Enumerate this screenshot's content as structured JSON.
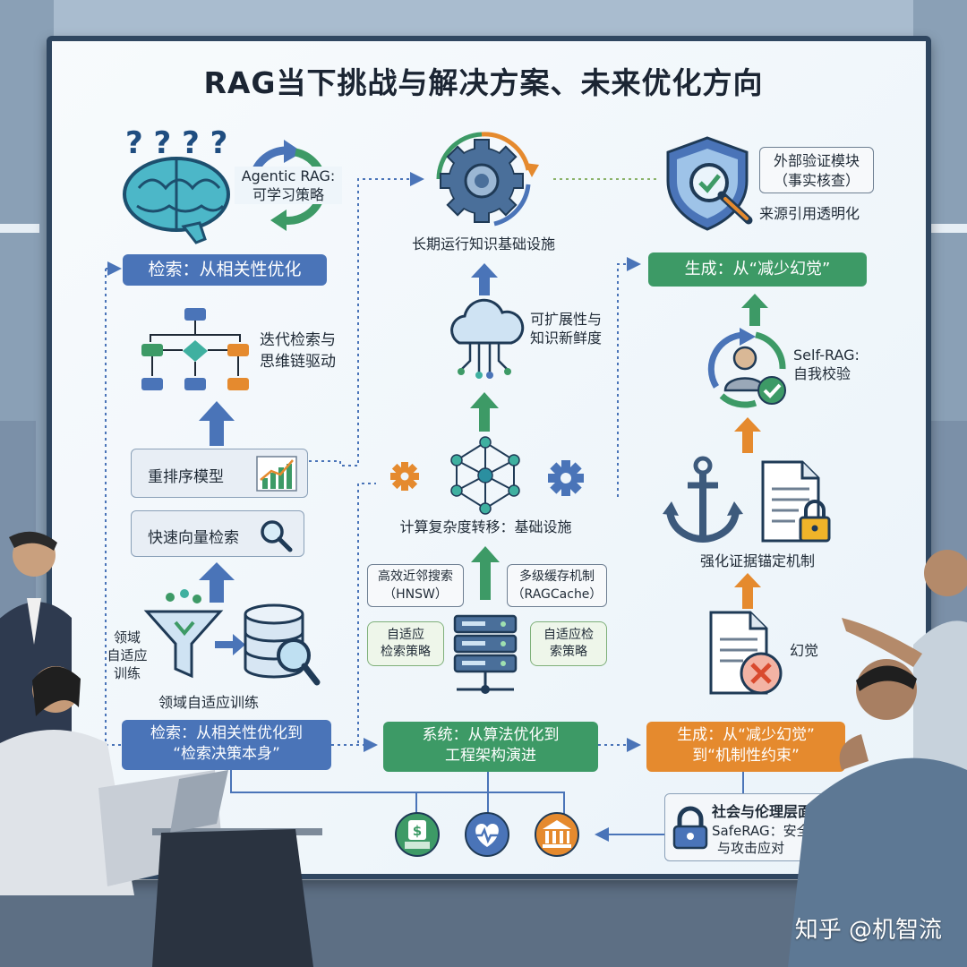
{
  "title": "RAG当下挑战与解决方案、未来优化方向",
  "left": {
    "agentic_line1": "Agentic RAG:",
    "agentic_line2": "可学习策略",
    "question_marks": "? ? ? ?",
    "retrieval_header": "检索：从相关性优化",
    "iterative_line1": "迭代检索与",
    "iterative_line2": "思维链驱动",
    "rerank": "重排序模型",
    "fast_vector": "快速向量检索",
    "domain_side_1": "领域",
    "domain_side_2": "自适应",
    "domain_side_3": "训练",
    "domain_caption": "领域自适应训练"
  },
  "middle": {
    "infra_caption": "长期运行知识基础设施",
    "scalable_line1": "可扩展性与",
    "scalable_line2": "知识新鲜度",
    "complexity_caption": "计算复杂度转移：基础设施",
    "hnsw_line1": "高效近邻搜索",
    "hnsw_line2": "（HNSW）",
    "cache_line1": "多级缓存机制",
    "cache_line2": "（RAGCache）",
    "adaptive_left_line1": "自适应",
    "adaptive_left_line2": "检索策略",
    "adaptive_right_line1": "自适应检",
    "adaptive_right_line2": "索策略"
  },
  "right": {
    "verify_line1": "外部验证模块",
    "verify_line2": "（事实核查）",
    "source": "来源引用透明化",
    "gen_header": "生成：从“减少幻觉”",
    "selfrag_line1": "Self-RAG:",
    "selfrag_line2": "自我校验",
    "anchor_caption": "强化证据锚定机制",
    "hallucination": "幻觉"
  },
  "bottom": {
    "retrieval_line1": "检索：从相关性优化到",
    "retrieval_line2": "“检索决策本身”",
    "system_line1": "系统：从算法优化到",
    "system_line2": "工程架构演进",
    "gen_line1": "生成：从“减少幻觉”",
    "gen_line2": "到“机制性约束”",
    "social": "社会与伦理层面",
    "safe_line1": "SafeRAG：安全",
    "safe_line2": "与攻击应对"
  },
  "watermark": "知乎 @机智流",
  "colors": {
    "blue": "#4a74b8",
    "green": "#3d9a66",
    "orange": "#e58a2e",
    "navy": "#2f4660"
  }
}
